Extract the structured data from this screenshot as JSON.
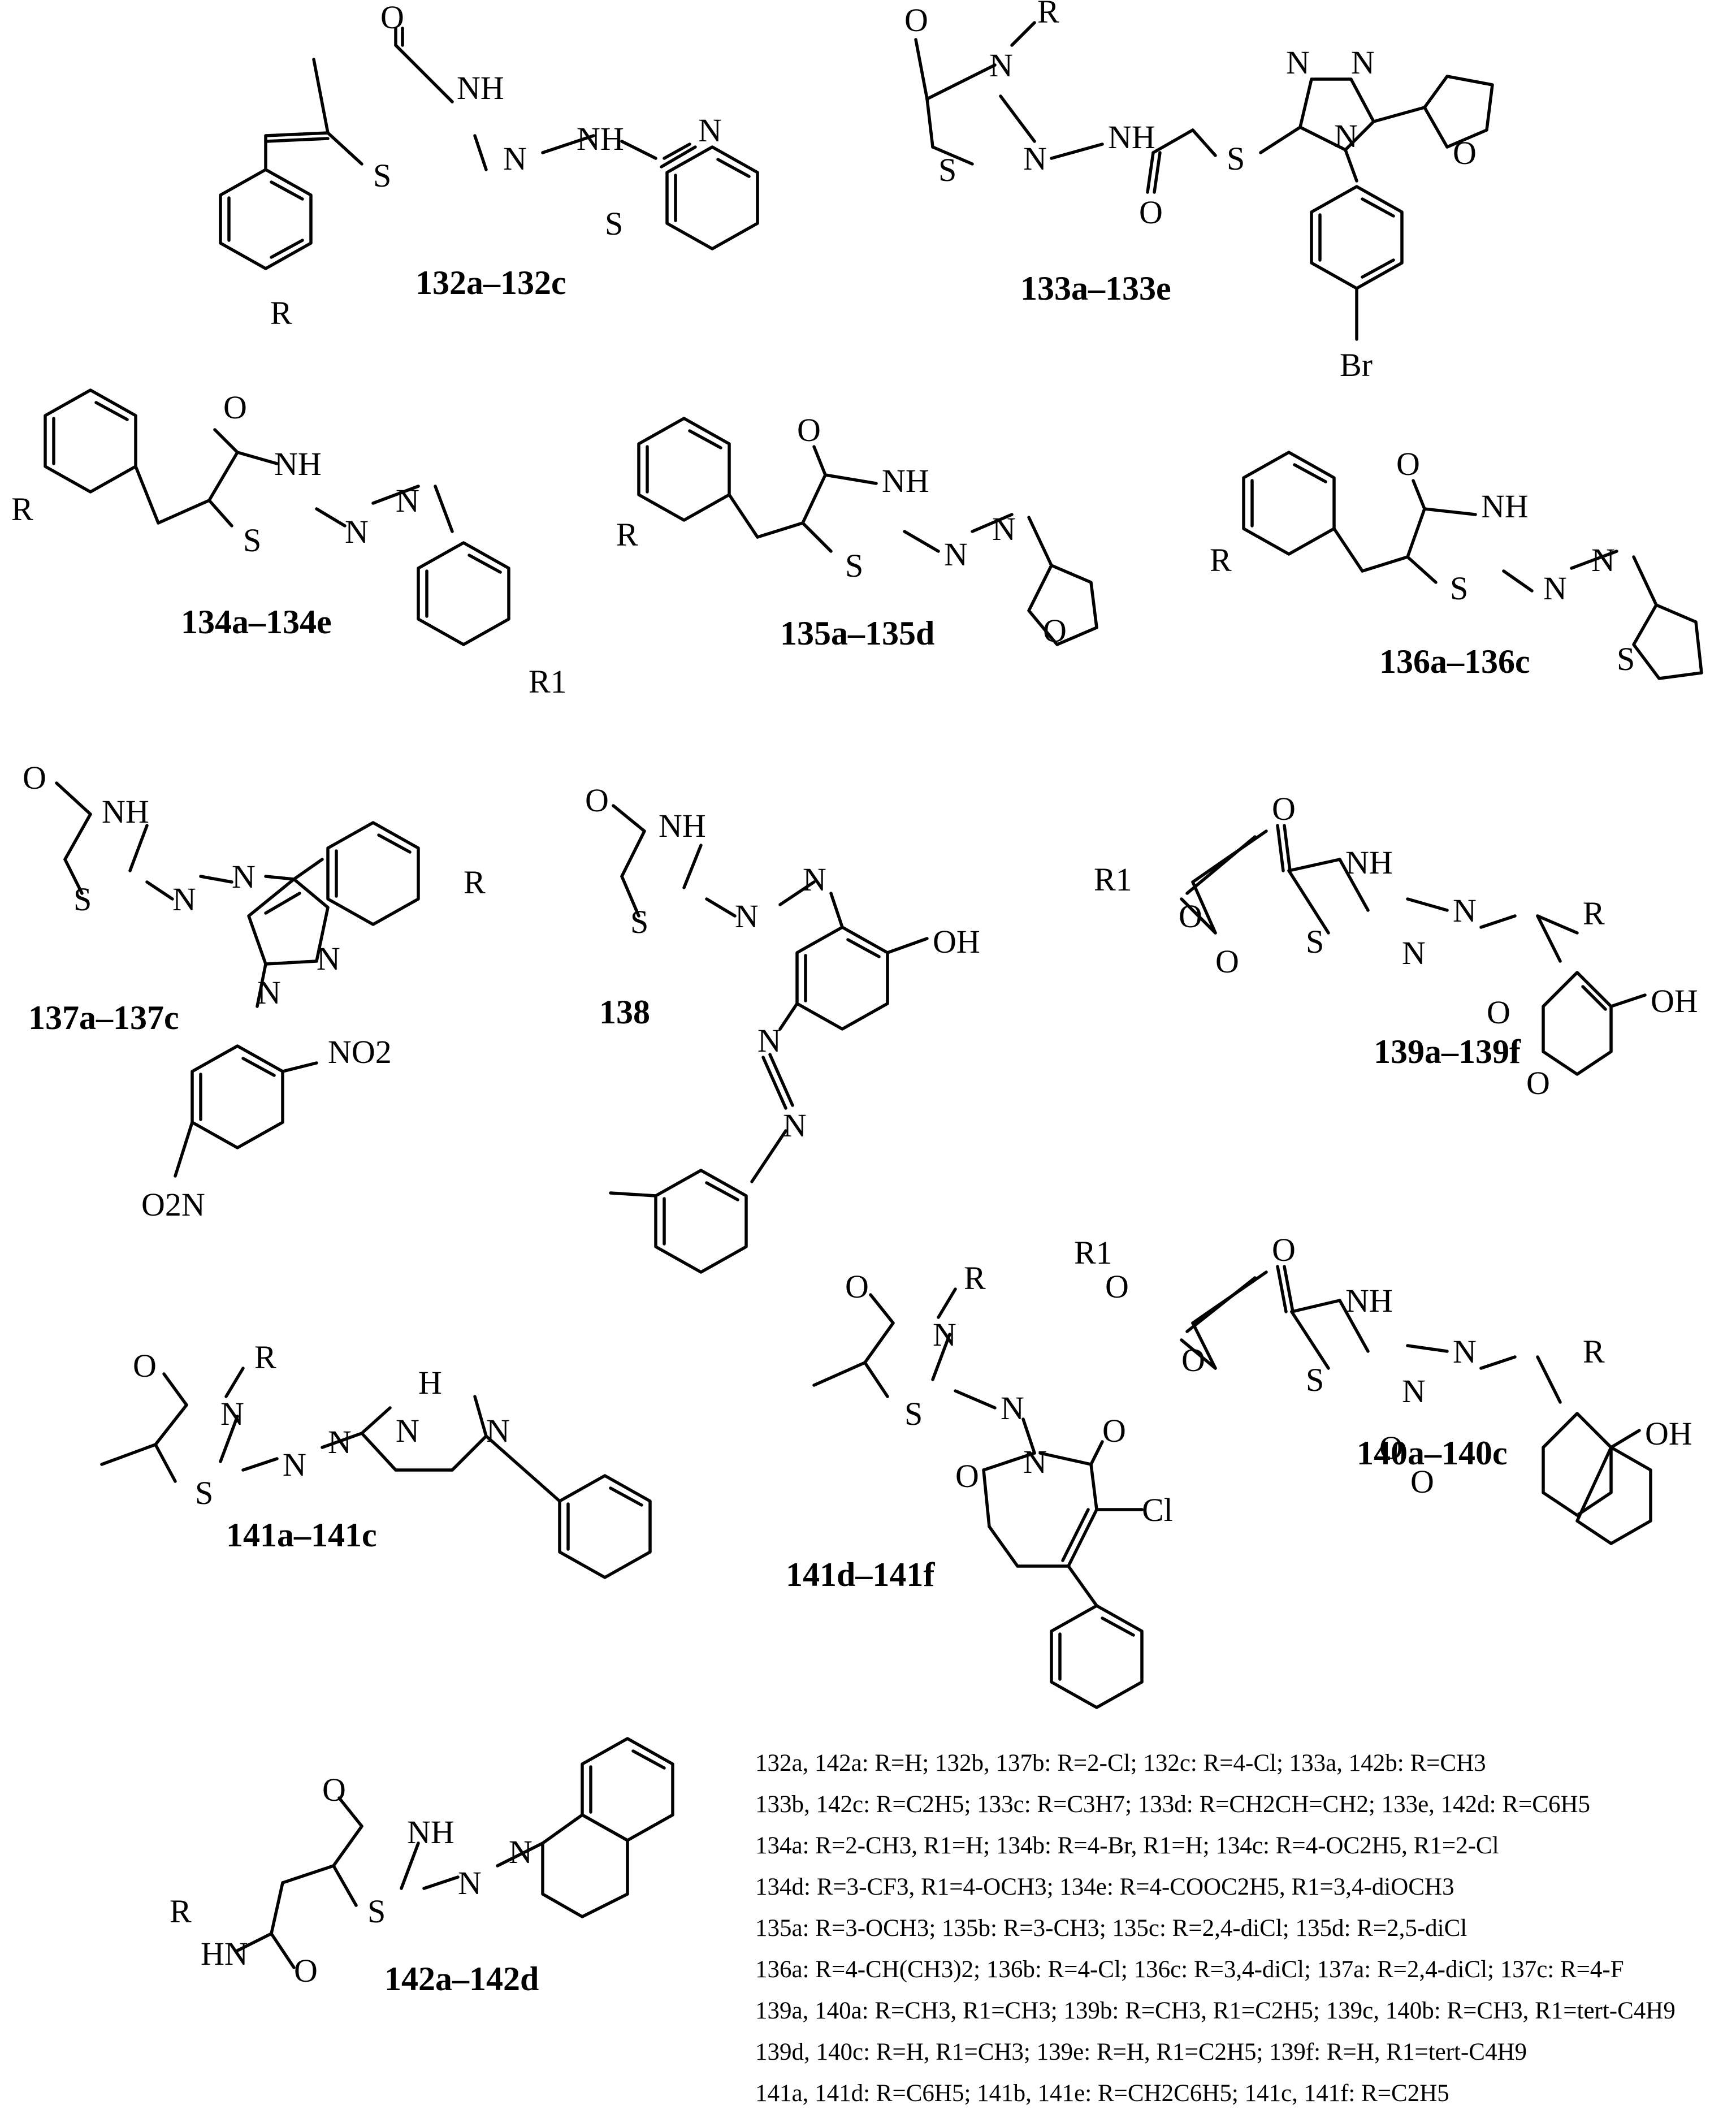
{
  "labels": {
    "c132": "132a–132c",
    "c133": "133a–133e",
    "c134": "134a–134e",
    "c135": "135a–135d",
    "c136": "136a–136c",
    "c137": "137a–137c",
    "c138": "138",
    "c139": "139a–139f",
    "c140": "140a–140c",
    "c141ac": "141a–141c",
    "c141df": "141d–141f",
    "c142": "142a–142d"
  },
  "atoms": {
    "O": "O",
    "NH": "NH",
    "N": "N",
    "S": "S",
    "H": "H",
    "HN": "HN",
    "R": "R",
    "Br": "Br",
    "Cl": "Cl",
    "OH": "OH",
    "NO2": "NO2",
    "O2N": "O2N",
    "R1": "R1"
  },
  "legend": [
    "132a, 142a: R=H; 132b, 137b: R=2-Cl; 132c: R=4-Cl; 133a, 142b: R=CH3",
    "133b, 142c: R=C2H5; 133c: R=C3H7; 133d: R=CH2CH=CH2; 133e, 142d: R=C6H5",
    "134a: R=2-CH3, R1=H; 134b: R=4-Br, R1=H; 134c: R=4-OC2H5, R1=2-Cl",
    "134d: R=3-CF3, R1=4-OCH3; 134e: R=4-COOC2H5, R1=3,4-diOCH3",
    "135a: R=3-OCH3; 135b: R=3-CH3; 135c: R=2,4-diCl; 135d: R=2,5-diCl",
    "136a: R=4-CH(CH3)2; 136b: R=4-Cl; 136c: R=3,4-diCl; 137a: R=2,4-diCl; 137c: R=4-F",
    "139a, 140a: R=CH3, R1=CH3; 139b: R=CH3, R1=C2H5; 139c, 140b: R=CH3, R1=tert-C4H9",
    "139d, 140c: R=H, R1=CH3; 139e: R=H, R1=C2H5; 139f: R=H, R1=tert-C4H9",
    "141a, 141d: R=C6H5; 141b, 141e: R=CH2C6H5; 141c, 141f: R=C2H5"
  ]
}
